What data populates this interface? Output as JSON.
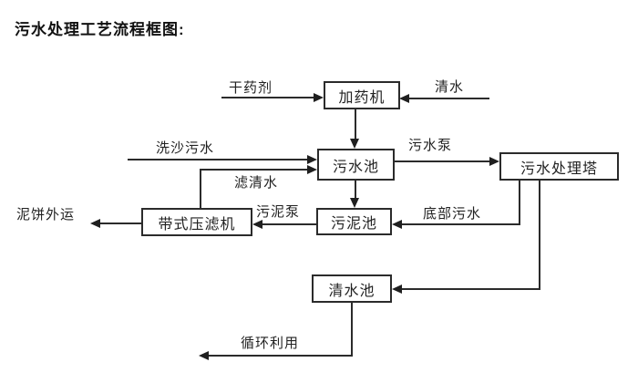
{
  "title": "污水处理工艺流程框图:",
  "colors": {
    "background": "#ffffff",
    "line": "#2b2b2b",
    "box_border": "#2b2b2b",
    "text": "#1a1a1a"
  },
  "diagram": {
    "type": "flowchart",
    "nodes": {
      "dosing_machine": {
        "label": "加药机"
      },
      "sewage_pool": {
        "label": "污水池"
      },
      "treatment_tower": {
        "label": "污水处理塔"
      },
      "sludge_pool": {
        "label": "污泥池"
      },
      "belt_filter_press": {
        "label": "带式压滤机"
      },
      "clean_water_pool": {
        "label": "清水池"
      }
    },
    "edges": {
      "dry_chemical": {
        "label": "干药剂",
        "from": "external",
        "to": "dosing_machine"
      },
      "clean_water_in": {
        "label": "清水",
        "from": "external",
        "to": "dosing_machine"
      },
      "dosing_to_sewage": {
        "label": "",
        "from": "dosing_machine",
        "to": "sewage_pool"
      },
      "sand_washing_sewage": {
        "label": "洗沙污水",
        "from": "external",
        "to": "sewage_pool"
      },
      "filtered_water": {
        "label": "滤清水",
        "from": "belt_filter_press",
        "to": "sewage_pool"
      },
      "sewage_pump": {
        "label": "污水泵",
        "from": "sewage_pool",
        "to": "treatment_tower"
      },
      "sewage_to_sludge": {
        "label": "",
        "from": "sewage_pool",
        "to": "sludge_pool"
      },
      "bottom_sewage": {
        "label": "底部污水",
        "from": "treatment_tower",
        "to": "sludge_pool"
      },
      "tower_to_clean": {
        "label": "",
        "from": "treatment_tower",
        "to": "clean_water_pool"
      },
      "sludge_pump": {
        "label": "污泥泵",
        "from": "sludge_pool",
        "to": "belt_filter_press"
      },
      "mud_cake_out": {
        "label": "泥饼外运",
        "from": "belt_filter_press",
        "to": "external"
      },
      "recycle": {
        "label": "循环利用",
        "from": "clean_water_pool",
        "to": "external"
      }
    }
  }
}
